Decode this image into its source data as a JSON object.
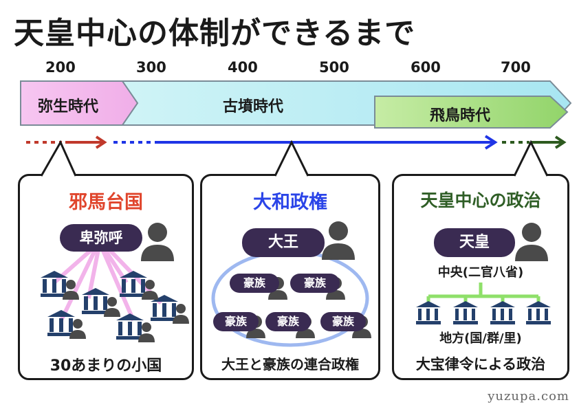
{
  "title": "天皇中心の体制ができるまで",
  "years": [
    "200",
    "300",
    "400",
    "500",
    "600",
    "700"
  ],
  "eras": [
    {
      "label": "弥生時代",
      "color": "#f5b8ef"
    },
    {
      "label": "古墳時代",
      "color": "#c8f3f3"
    },
    {
      "label": "飛鳥時代",
      "color": "#a8de8a"
    }
  ],
  "panels": [
    {
      "title": "邪馬台国",
      "title_color": "#e0452c",
      "ruler": "卑弥呼",
      "footer": "30あまりの小国"
    },
    {
      "title": "大和政権",
      "title_color": "#2a44e8",
      "ruler": "大王",
      "members": [
        "豪族",
        "豪族",
        "豪族",
        "豪族",
        "豪族"
      ],
      "footer": "大王と豪族の連合政権"
    },
    {
      "title": "天皇中心の政治",
      "title_color": "#2f5e26",
      "ruler": "天皇",
      "central": "中央(二官八省)",
      "local": "地方(国/群/里)",
      "footer": "大宝律令による政治"
    }
  ],
  "watermark": "yuzupa.com",
  "colors": {
    "red_arrow": "#c0392b",
    "blue_arrow": "#1f35e6",
    "green_arrow": "#2d5a1f",
    "pill": "#3a2b52",
    "person": "#4a4a4a",
    "building": "#24406b",
    "pink_line": "#f2b3ea",
    "green_line": "#8fe06a",
    "ellipse": "#9eb8f0"
  }
}
